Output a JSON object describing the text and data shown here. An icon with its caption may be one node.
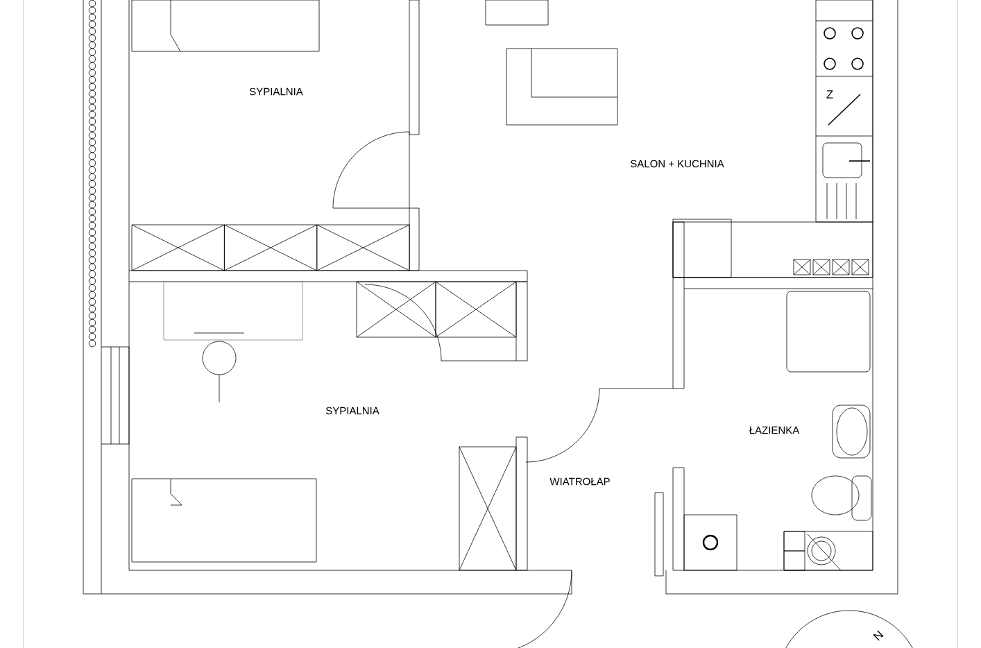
{
  "diagram": {
    "labels": [
      "SYPIALNIA",
      "Z",
      "SALON + KUCHNIA",
      "SYPIALNIA",
      "ŁAZIENKA",
      "WIATROŁAP",
      "N"
    ]
  }
}
